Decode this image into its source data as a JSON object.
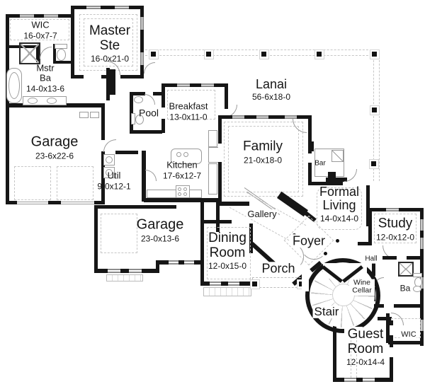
{
  "colors": {
    "wall": "#161616",
    "dashed": "#c6c6c6",
    "text": "#161616",
    "fixture": "#9b9b9b"
  },
  "rooms": [
    {
      "id": "wic-top",
      "name": "WIC",
      "dims": "16-0x7-7"
    },
    {
      "id": "master-suite",
      "name": "Master Ste",
      "dims": "16-0x21-0"
    },
    {
      "id": "master-bath",
      "name": "Mstr Ba",
      "dims": "14-0x13-6"
    },
    {
      "id": "garage-top",
      "name": "Garage",
      "dims": "23-6x22-6"
    },
    {
      "id": "lanai",
      "name": "Lanai",
      "dims": "56-6x18-0"
    },
    {
      "id": "pool",
      "name": "Pool",
      "dims": null
    },
    {
      "id": "breakfast",
      "name": "Breakfast",
      "dims": "13-0x11-0"
    },
    {
      "id": "family",
      "name": "Family",
      "dims": "21-0x18-0"
    },
    {
      "id": "kitchen",
      "name": "Kitchen",
      "dims": "17-6x12-7"
    },
    {
      "id": "util",
      "name": "Util",
      "dims": "9-0x12-1"
    },
    {
      "id": "bar",
      "name": "Bar",
      "dims": null
    },
    {
      "id": "formal-living",
      "name": "Formal Living",
      "dims": "14-0x14-0"
    },
    {
      "id": "study",
      "name": "Study",
      "dims": "12-0x12-0"
    },
    {
      "id": "garage-bottom",
      "name": "Garage",
      "dims": "23-0x13-6"
    },
    {
      "id": "gallery",
      "name": "Gallery",
      "dims": null
    },
    {
      "id": "dining",
      "name": "Dining Room",
      "dims": "12-0x15-0"
    },
    {
      "id": "foyer",
      "name": "Foyer",
      "dims": null
    },
    {
      "id": "porch",
      "name": "Porch",
      "dims": null
    },
    {
      "id": "hall",
      "name": "Hall",
      "dims": null
    },
    {
      "id": "wine-cellar",
      "name": "Wine Cellar",
      "dims": null
    },
    {
      "id": "stair",
      "name": "Stair",
      "dims": null
    },
    {
      "id": "guest",
      "name": "Guest Room",
      "dims": "12-0x14-4"
    },
    {
      "id": "ba",
      "name": "Ba",
      "dims": null
    },
    {
      "id": "wic-bottom",
      "name": "WIC",
      "dims": null
    }
  ]
}
